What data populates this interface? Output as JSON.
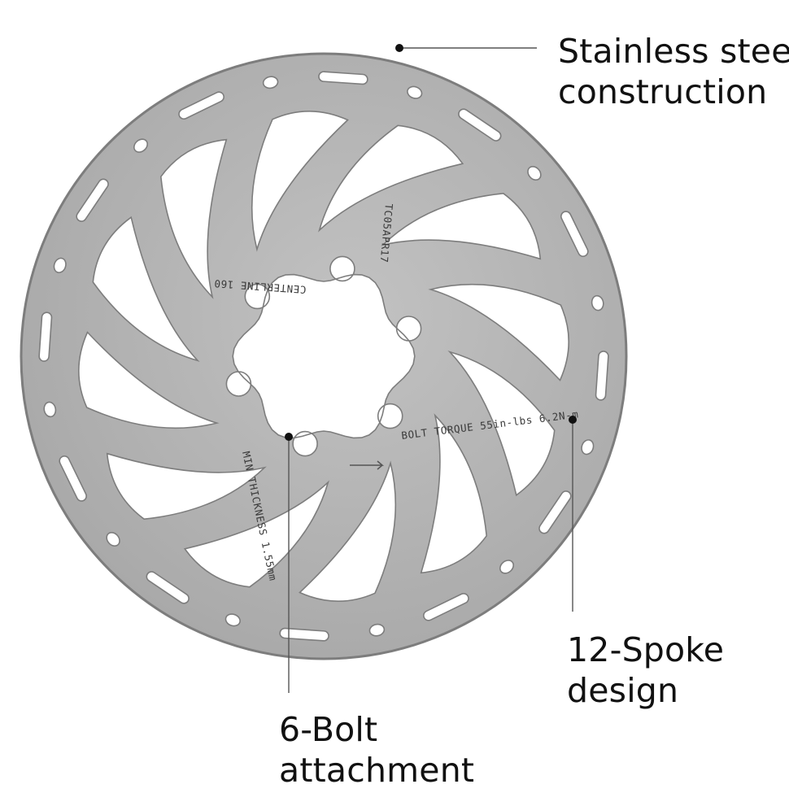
{
  "callouts": {
    "steel": {
      "line1": "Stainless steel",
      "line2": "construction"
    },
    "spoke": {
      "line1": "12-Spoke",
      "line2": "design"
    },
    "bolt": {
      "line1": "6-Bolt",
      "line2": "attachment"
    }
  },
  "engravings": {
    "model": "CENTERLINE 160",
    "code": "TC05APR17",
    "torque": "BOLT TORQUE  55in-lbs  6.2N-m",
    "thickness": "MIN  THICKNESS  1.55mm"
  },
  "colors": {
    "rotor_steel": "#a9a9a9",
    "rotor_edge": "#7d7d7d",
    "callout_line": "#555555",
    "text": "#111111"
  }
}
